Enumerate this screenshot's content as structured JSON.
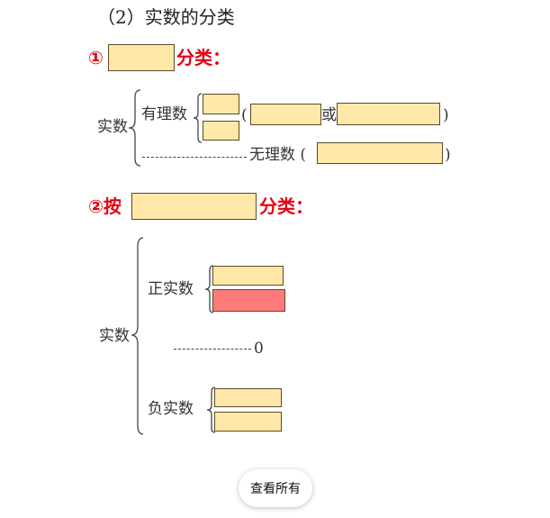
{
  "section_title": "（2）实数的分类",
  "part1": {
    "marker": "①",
    "suffix": "分类：",
    "root": "实数",
    "rational": "有理数",
    "paren_open": "(",
    "or_text": "或",
    "paren_close": ")",
    "irrational": "无理数 (",
    "irrational_close": ")"
  },
  "part2": {
    "marker": "②按",
    "suffix": "分类：",
    "root": "实数",
    "positive": "正实数",
    "zero": "0",
    "negative": "负实数"
  },
  "button": {
    "label": "查看所有"
  },
  "colors": {
    "blank_fill": "#ffe8a8",
    "highlight_fill": "#ff7b7b",
    "red_text": "#e60012"
  }
}
